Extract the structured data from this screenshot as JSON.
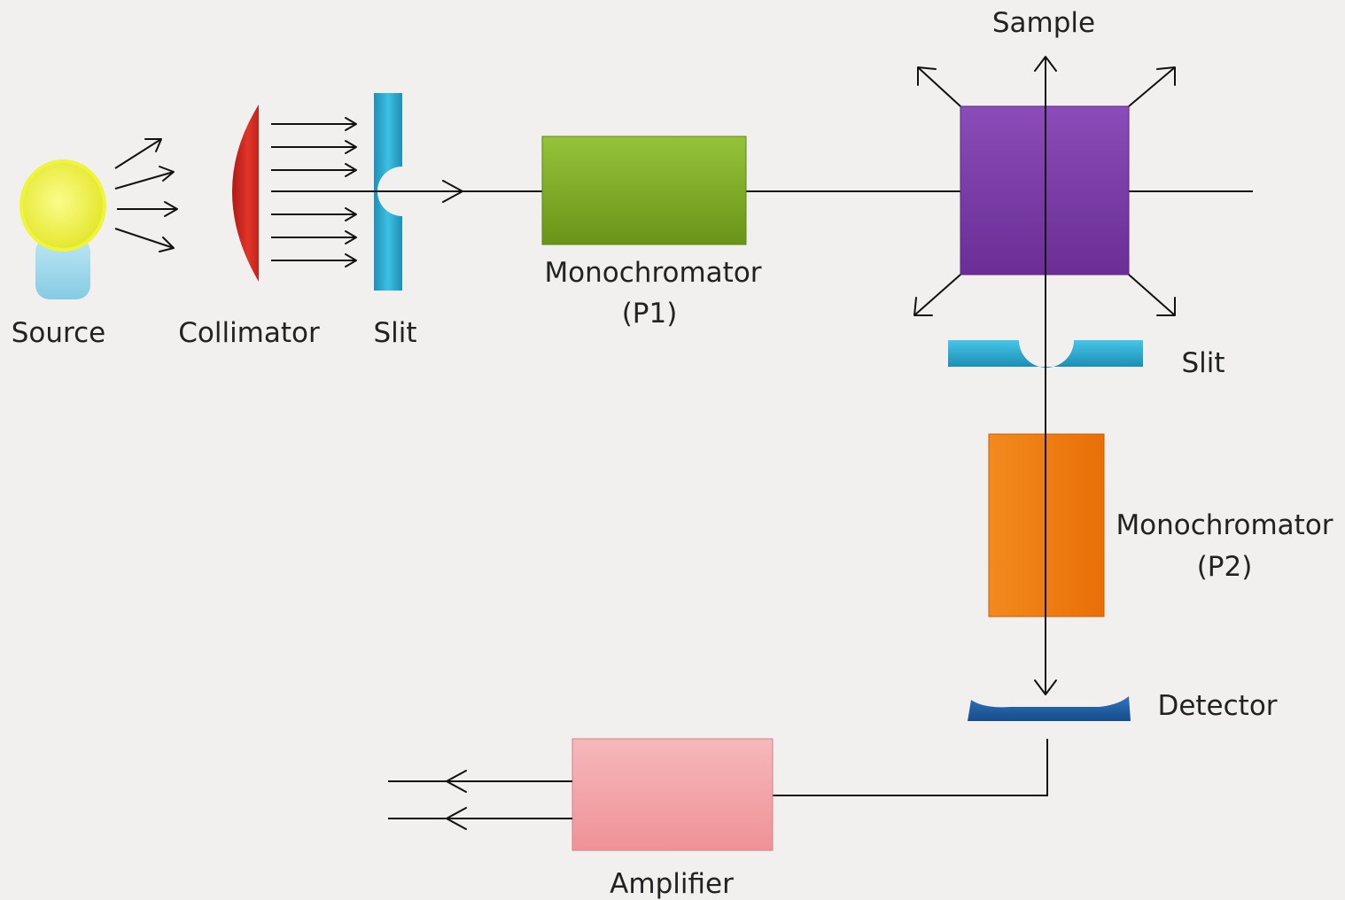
{
  "labels": {
    "source": "Source",
    "collimator": "Collimator",
    "slit_1": "Slit",
    "monochromator_p1_line1": "Monochromator",
    "monochromator_p1_line2": "(P1)",
    "sample": "Sample",
    "slit_2": "Slit",
    "monochromator_p2_line1": "Monochromator",
    "monochromator_p2_line2": "(P2)",
    "detector": "Detector",
    "amplifier": "Amplifier"
  },
  "colors": {
    "background": "#f1f0ee",
    "source_bulb": "#eef23a",
    "source_base": "#9fd8ee",
    "collimator": "#d32a20",
    "slit": "#2aa7cc",
    "monochromator_p1": "#7ea823",
    "sample": "#7a3aa6",
    "monochromator_p2": "#f27d12",
    "detector": "#1f5fa6",
    "amplifier": "#f3a6ab"
  }
}
